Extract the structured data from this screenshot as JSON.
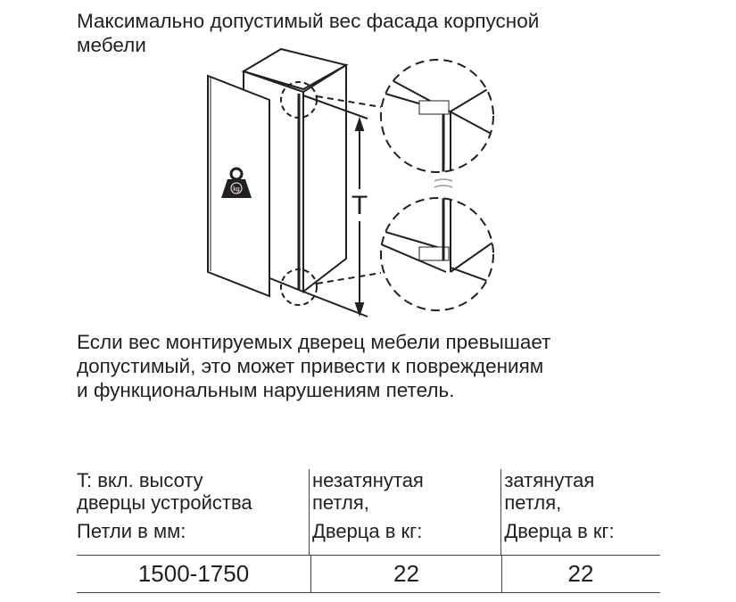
{
  "title_lines": [
    "Максимально допустимый вес фасада корпусной",
    "мебели"
  ],
  "diagram": {
    "dimension_label": "T",
    "weight_icon_label": "kg"
  },
  "paragraph_lines": [
    "Если вес монтируемых дверец мебели превышает",
    "допустимый, это может привести к повреждениям",
    "и функциональным нарушениям петель."
  ],
  "table": {
    "headers": [
      [
        "T: вкл. высоту",
        "дверцы устройства",
        "Петли в мм:"
      ],
      [
        "незатянутая",
        "петля,",
        "Дверца в кг:"
      ],
      [
        "затянутая",
        "петля,",
        "Дверца в кг:"
      ]
    ],
    "rows": [
      [
        "1500-1750",
        "22",
        "22"
      ]
    ]
  }
}
